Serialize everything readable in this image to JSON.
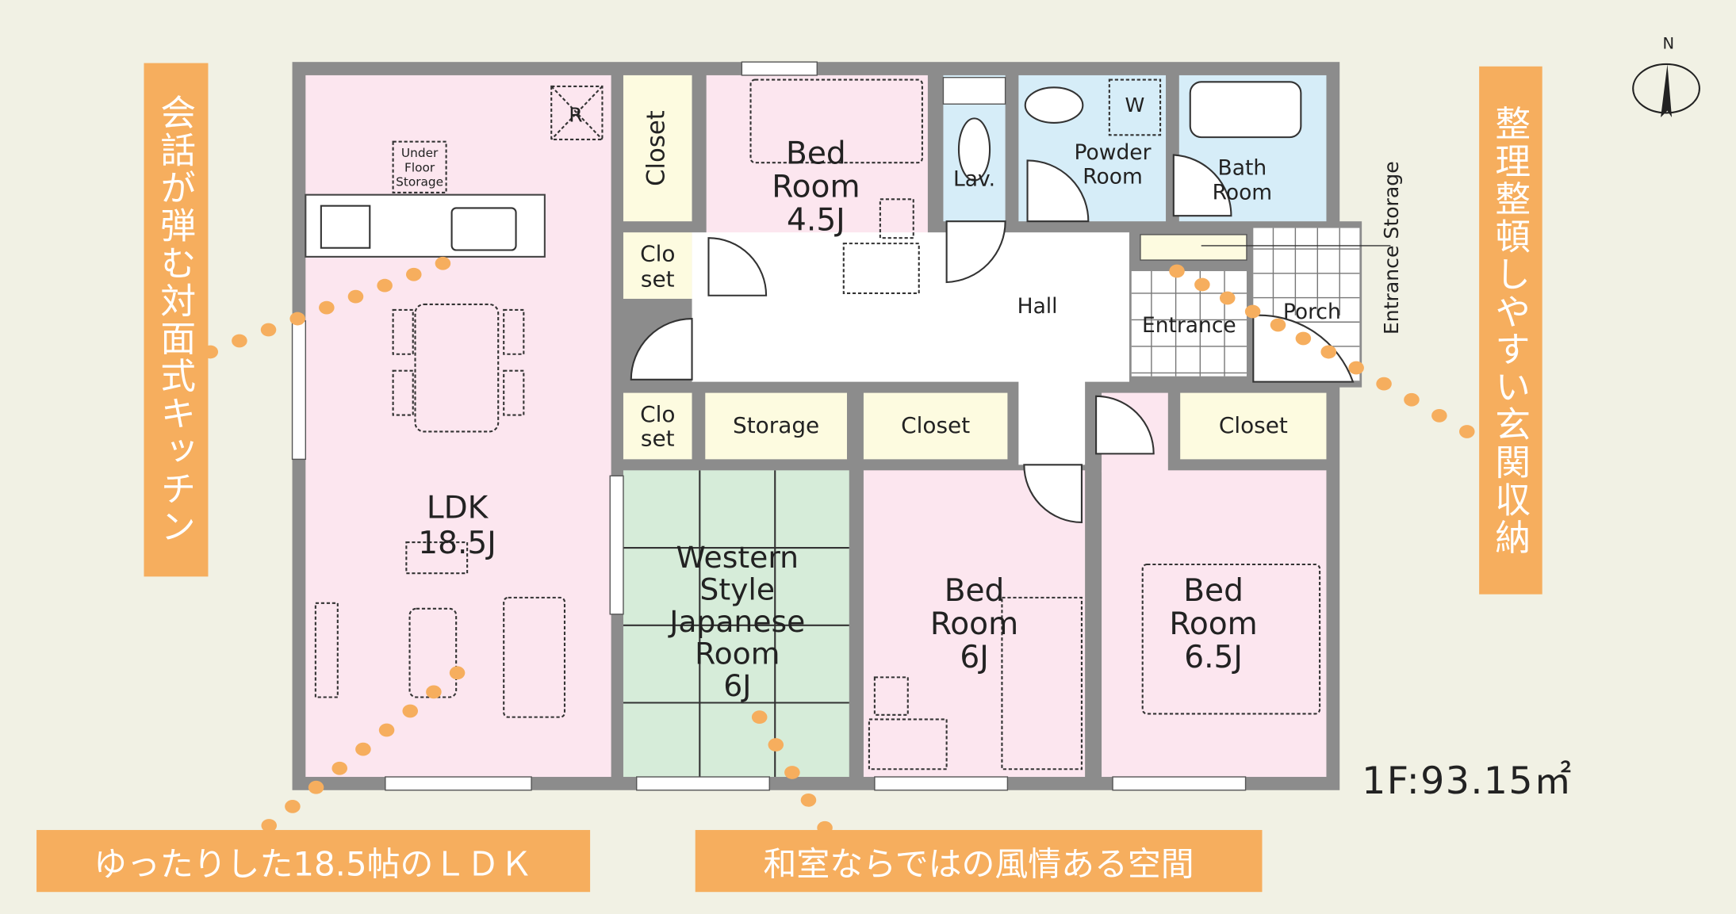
{
  "floor_area": "1F:93.15㎡",
  "compass_label": "N",
  "callouts": {
    "kitchen": "会話が弾む対面式キッチン",
    "entrance": "整理整頓しやすい玄関収納",
    "ldk": "ゆったりした18.5帖のＬＤＫ",
    "japanese": "和室ならではの風情ある空間"
  },
  "rooms": {
    "ldk": {
      "name": "LDK",
      "size": "18.5J"
    },
    "bed1": {
      "line1": "Bed",
      "line2": "Room",
      "size": "4.5J"
    },
    "closet_top": "Closet",
    "closet_a": {
      "line1": "Clo",
      "line2": "set"
    },
    "closet_b": {
      "line1": "Clo",
      "line2": "set"
    },
    "lav": "Lav.",
    "powder": {
      "line1": "Powder",
      "line2": "Room",
      "mark": "W"
    },
    "bath": {
      "line1": "Bath",
      "line2": "Room"
    },
    "hall": "Hall",
    "entrance": "Entrance",
    "porch": "Porch",
    "entrance_storage": "Entrance Storage",
    "storage": "Storage",
    "closet_mid": "Closet",
    "closet_right": "Closet",
    "japanese": {
      "line1": "Western",
      "line2": "Style",
      "line3": "Japanese",
      "line4": "Room",
      "size": "6J"
    },
    "bed2": {
      "line1": "Bed",
      "line2": "Room",
      "size": "6J"
    },
    "bed3": {
      "line1": "Bed",
      "line2": "Room",
      "size": "6.5J"
    },
    "underfloor": {
      "line1": "Under",
      "line2": "Floor",
      "line3": "Storage"
    },
    "fridge_mark": "R"
  },
  "colors": {
    "accent": "#f6ae5e",
    "wall": "#8c8c8c",
    "pink": "#fce6ef",
    "blue": "#d6edf8",
    "green": "#d6ecd9",
    "yellow": "#fdfbe0"
  }
}
